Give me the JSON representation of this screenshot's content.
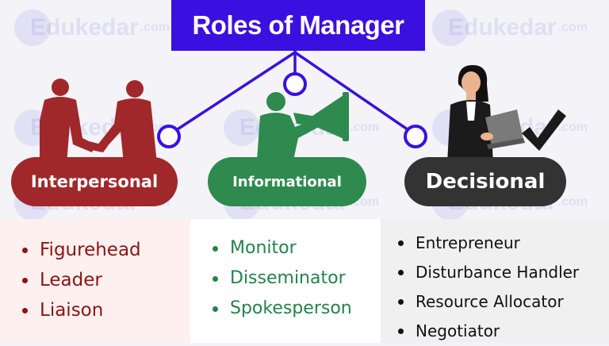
{
  "title": "Roles of Manager",
  "watermark": {
    "brand": "Edukedar",
    "edu": "Edu",
    "kedar": "kedar",
    "domain": ".com"
  },
  "categories": [
    {
      "label": "Interpersonal",
      "color": "#a0282a",
      "items": [
        "Figurehead",
        "Leader",
        "Liaison"
      ]
    },
    {
      "label": "Informational",
      "color": "#2e8a4e",
      "items": [
        "Monitor",
        "Disseminator",
        "Spokesperson"
      ]
    },
    {
      "label": "Decisional",
      "color": "#333333",
      "items": [
        "Entrepreneur",
        "Disturbance Handler",
        "Resource Allocator",
        "Negotiator"
      ]
    }
  ],
  "colors": {
    "title_bg": "#3a10e0",
    "connector": "#3a10e0"
  },
  "icons": [
    "handshake-illustration",
    "megaphone-illustration",
    "laptop-woman-illustration",
    "checkmark-icon"
  ]
}
